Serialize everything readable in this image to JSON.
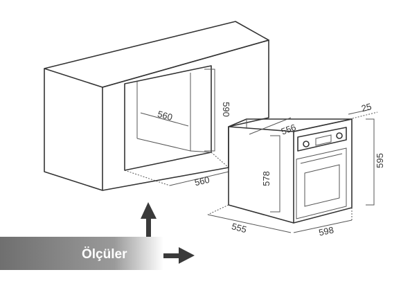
{
  "colors": {
    "line": "#333333",
    "arrow": "#3a3a3a",
    "badge_from": "#6f6f6f",
    "badge_to": "#ffffff"
  },
  "badge": {
    "label": "Ölçüler"
  },
  "dimensions": {
    "niche_depth": "560",
    "niche_height": "590",
    "niche_width": "560",
    "oven_depth": "556",
    "panel_offset": "25",
    "oven_body_height": "578",
    "oven_front_height": "595",
    "oven_side_depth": "555",
    "oven_width": "598"
  },
  "icons": {
    "up": "arrow-up-icon",
    "right": "arrow-right-icon"
  }
}
